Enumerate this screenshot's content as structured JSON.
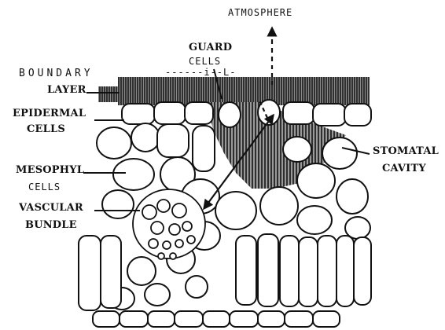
{
  "labels": {
    "atmosphere": "ATMOSPHERE",
    "guard": "GUARD",
    "cells_top": "CELLS",
    "boundary": "BOUNDARY",
    "boundary_dashes": "------i--L-",
    "layer": "LAYER",
    "epidermal": "EPIDERMAL",
    "epidermal_cells": "CELLS",
    "stomatal": "STOMATAL",
    "cavity": "CAVITY",
    "mesophyl": "MESOPHYL",
    "mesophyl_cells": "CELLS",
    "vascular": "VASCULAR",
    "bundle": "BUNDLE"
  },
  "colors": {
    "ink": "#111111",
    "shade": "#3a3a3a",
    "background": "#ffffff"
  }
}
